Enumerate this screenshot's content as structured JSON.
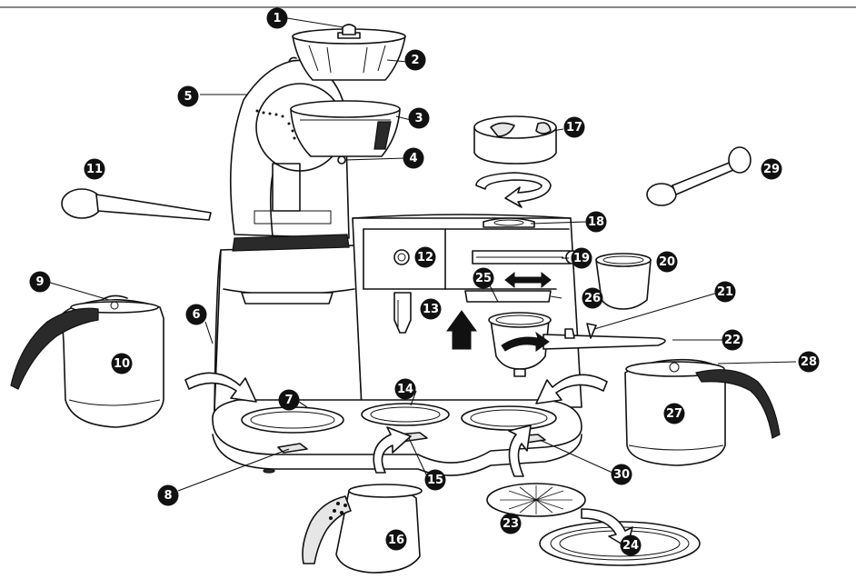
{
  "diagram": {
    "type": "exploded-parts-diagram",
    "style": "line-art",
    "colors": {
      "line": "#111111",
      "badge_fill": "#111111",
      "badge_text": "#ffffff",
      "background": "#ffffff"
    },
    "labels": [
      "1",
      "2",
      "3",
      "4",
      "5",
      "6",
      "7",
      "8",
      "9",
      "10",
      "11",
      "12",
      "13",
      "14",
      "15",
      "16",
      "17",
      "18",
      "19",
      "20",
      "21",
      "22",
      "23",
      "24",
      "25",
      "26",
      "27",
      "28",
      "29",
      "30"
    ]
  }
}
